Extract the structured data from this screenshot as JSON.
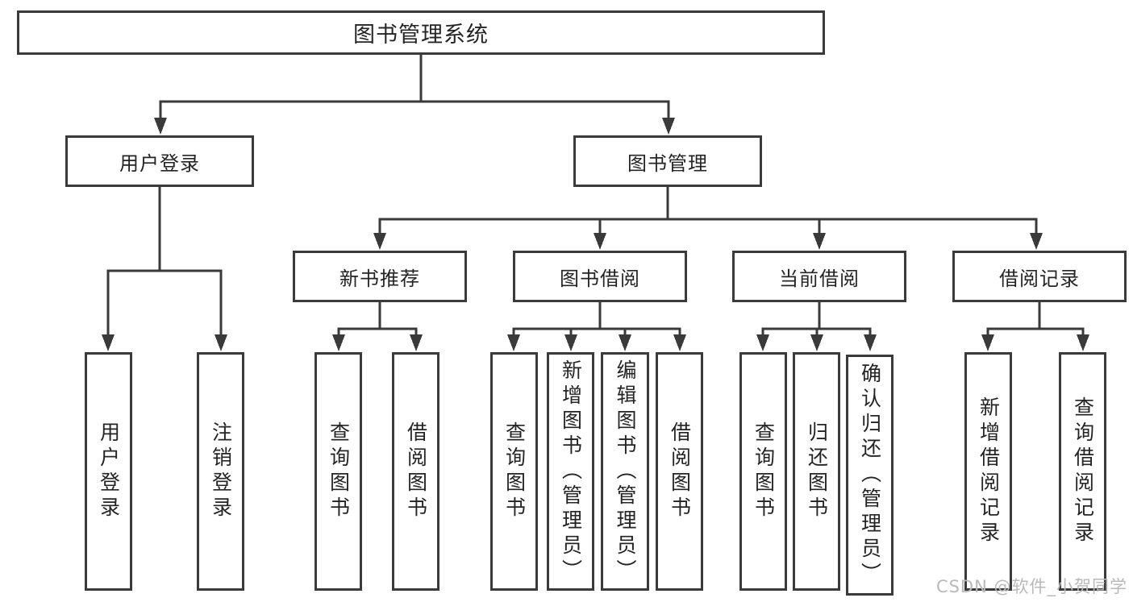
{
  "diagram_title": "图书管理系统",
  "tree": {
    "root": "图书管理系统",
    "user_login": {
      "label": "用户登录",
      "leaves": [
        "用户登录",
        "注销登录"
      ]
    },
    "book_management": {
      "label": "图书管理",
      "groups": [
        {
          "label": "新书推荐",
          "leaves": [
            "查询图书",
            "借阅图书"
          ]
        },
        {
          "label": "图书借阅",
          "leaves": [
            "查询图书",
            "新增图书（管理员）",
            "编辑图书（管理员）",
            "借阅图书"
          ]
        },
        {
          "label": "当前借阅",
          "leaves": [
            "查询图书",
            "归还图书",
            "确认归还（管理员）"
          ]
        },
        {
          "label": "借阅记录",
          "leaves": [
            "新增借阅记录",
            "查询借阅记录"
          ]
        }
      ]
    }
  },
  "watermark": "CSDN @软件_小贺同学",
  "colors": {
    "line": "#3a3a3a",
    "text": "#242424",
    "wm": "#b9b9b9",
    "bg": "#ffffff"
  }
}
